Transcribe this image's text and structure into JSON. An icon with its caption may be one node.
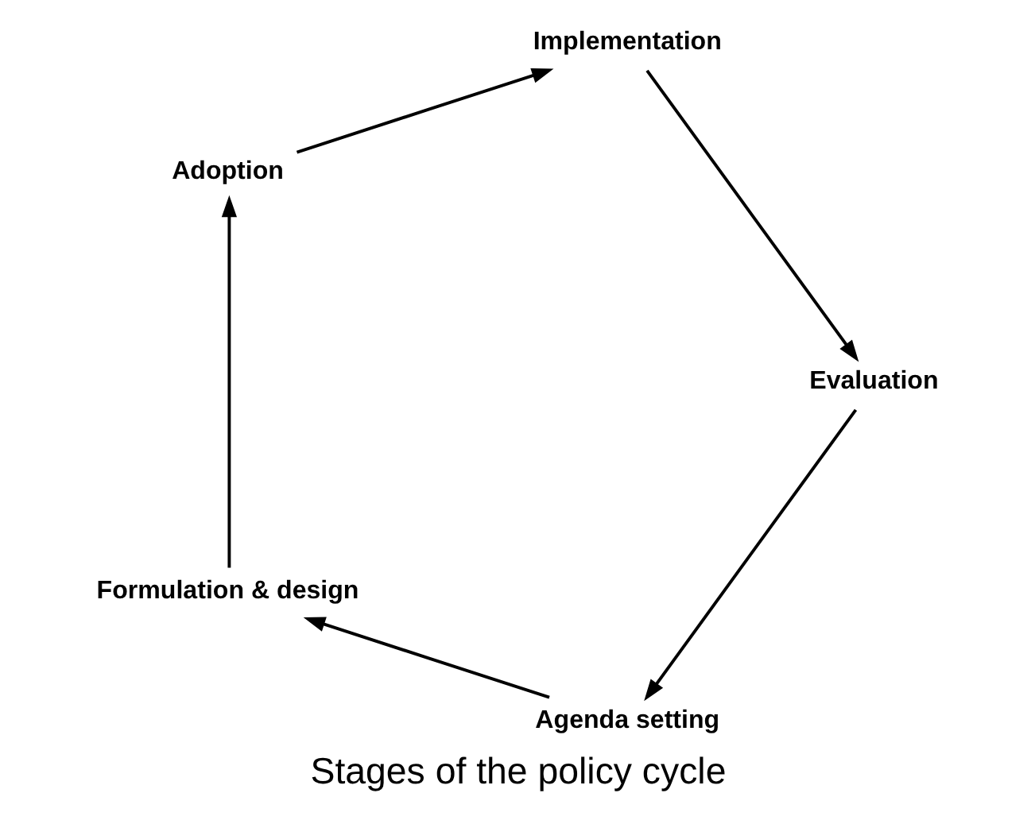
{
  "diagram": {
    "title": "Stages of the policy cycle",
    "nodes": [
      {
        "text": [
          "Agenda setting"
        ]
      },
      {
        "text": [
          "Formulation & design"
        ]
      },
      {
        "text": [
          "Adoption"
        ]
      },
      {
        "text": [
          "Implementation"
        ]
      },
      {
        "text": [
          "Evaluation"
        ]
      }
    ],
    "edges": [
      {
        "from": 0,
        "to": 1,
        "arrow": "to"
      },
      {
        "from": 1,
        "to": 2,
        "arrow": "to"
      },
      {
        "from": 2,
        "to": 3,
        "arrow": "to"
      },
      {
        "from": 3,
        "to": 4,
        "arrow": "to"
      },
      {
        "from": 4,
        "to": 0,
        "arrow": "to"
      }
    ]
  }
}
